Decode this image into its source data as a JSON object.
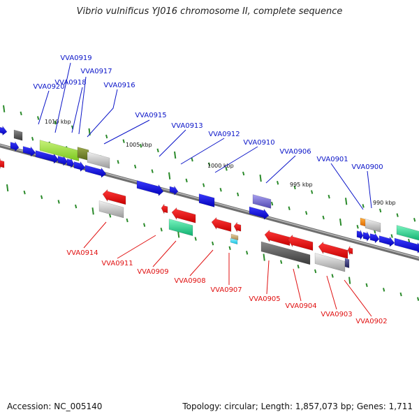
{
  "title": "Vibrio vulnificus YJ016 chromosome II, complete sequence",
  "footer": {
    "accession_label": "Accession:",
    "accession": "NC_005140",
    "topology_label": "Topology:",
    "topology": "circular",
    "length_label": "Length:",
    "length": "1,857,073 bp",
    "genes_label": "Genes:",
    "genes": "1,711"
  },
  "colors": {
    "backbone": "#8f8f8f",
    "label_forward": "#0a14c8",
    "label_reverse": "#e01010",
    "tick": "#2a8a2a"
  },
  "scale_labels": [
    "1010 kbp",
    "1005 kbp",
    "1000 kbp",
    "995 kbp",
    "990 kbp"
  ],
  "forward_labels": [
    "VVA0920",
    "VVA0919",
    "VVA0918",
    "VVA0917",
    "VVA0916",
    "VVA0915",
    "VVA0913",
    "VVA0912",
    "VVA0910",
    "VVA0906",
    "VVA0901",
    "VVA0900"
  ],
  "reverse_labels": [
    "VVA0914",
    "VVA0911",
    "VVA0909",
    "VVA0908",
    "VVA0907",
    "VVA0905",
    "VVA0904",
    "VVA0903",
    "VVA0902"
  ]
}
